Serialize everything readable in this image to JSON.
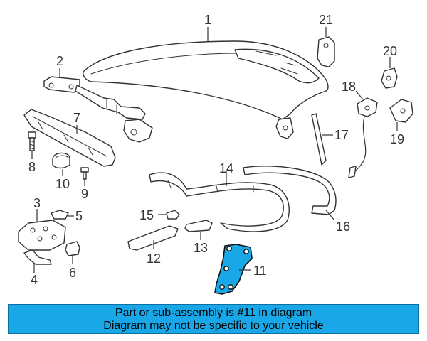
{
  "callouts": {
    "c1": "1",
    "c2": "2",
    "c3": "3",
    "c4": "4",
    "c5": "5",
    "c6": "6",
    "c7": "7",
    "c8": "8",
    "c9": "9",
    "c10": "10",
    "c11": "11",
    "c12": "12",
    "c13": "13",
    "c14": "14",
    "c15": "15",
    "c16": "16",
    "c17": "17",
    "c18": "18",
    "c19": "19",
    "c20": "20",
    "c21": "21"
  },
  "highlight": {
    "part": "11",
    "color": "#1aa7e8"
  },
  "banner": {
    "line1": "Part or sub-assembly is #11 in diagram",
    "line2": "Diagram may not be specific to your vehicle",
    "background": "#1aa7e8"
  }
}
